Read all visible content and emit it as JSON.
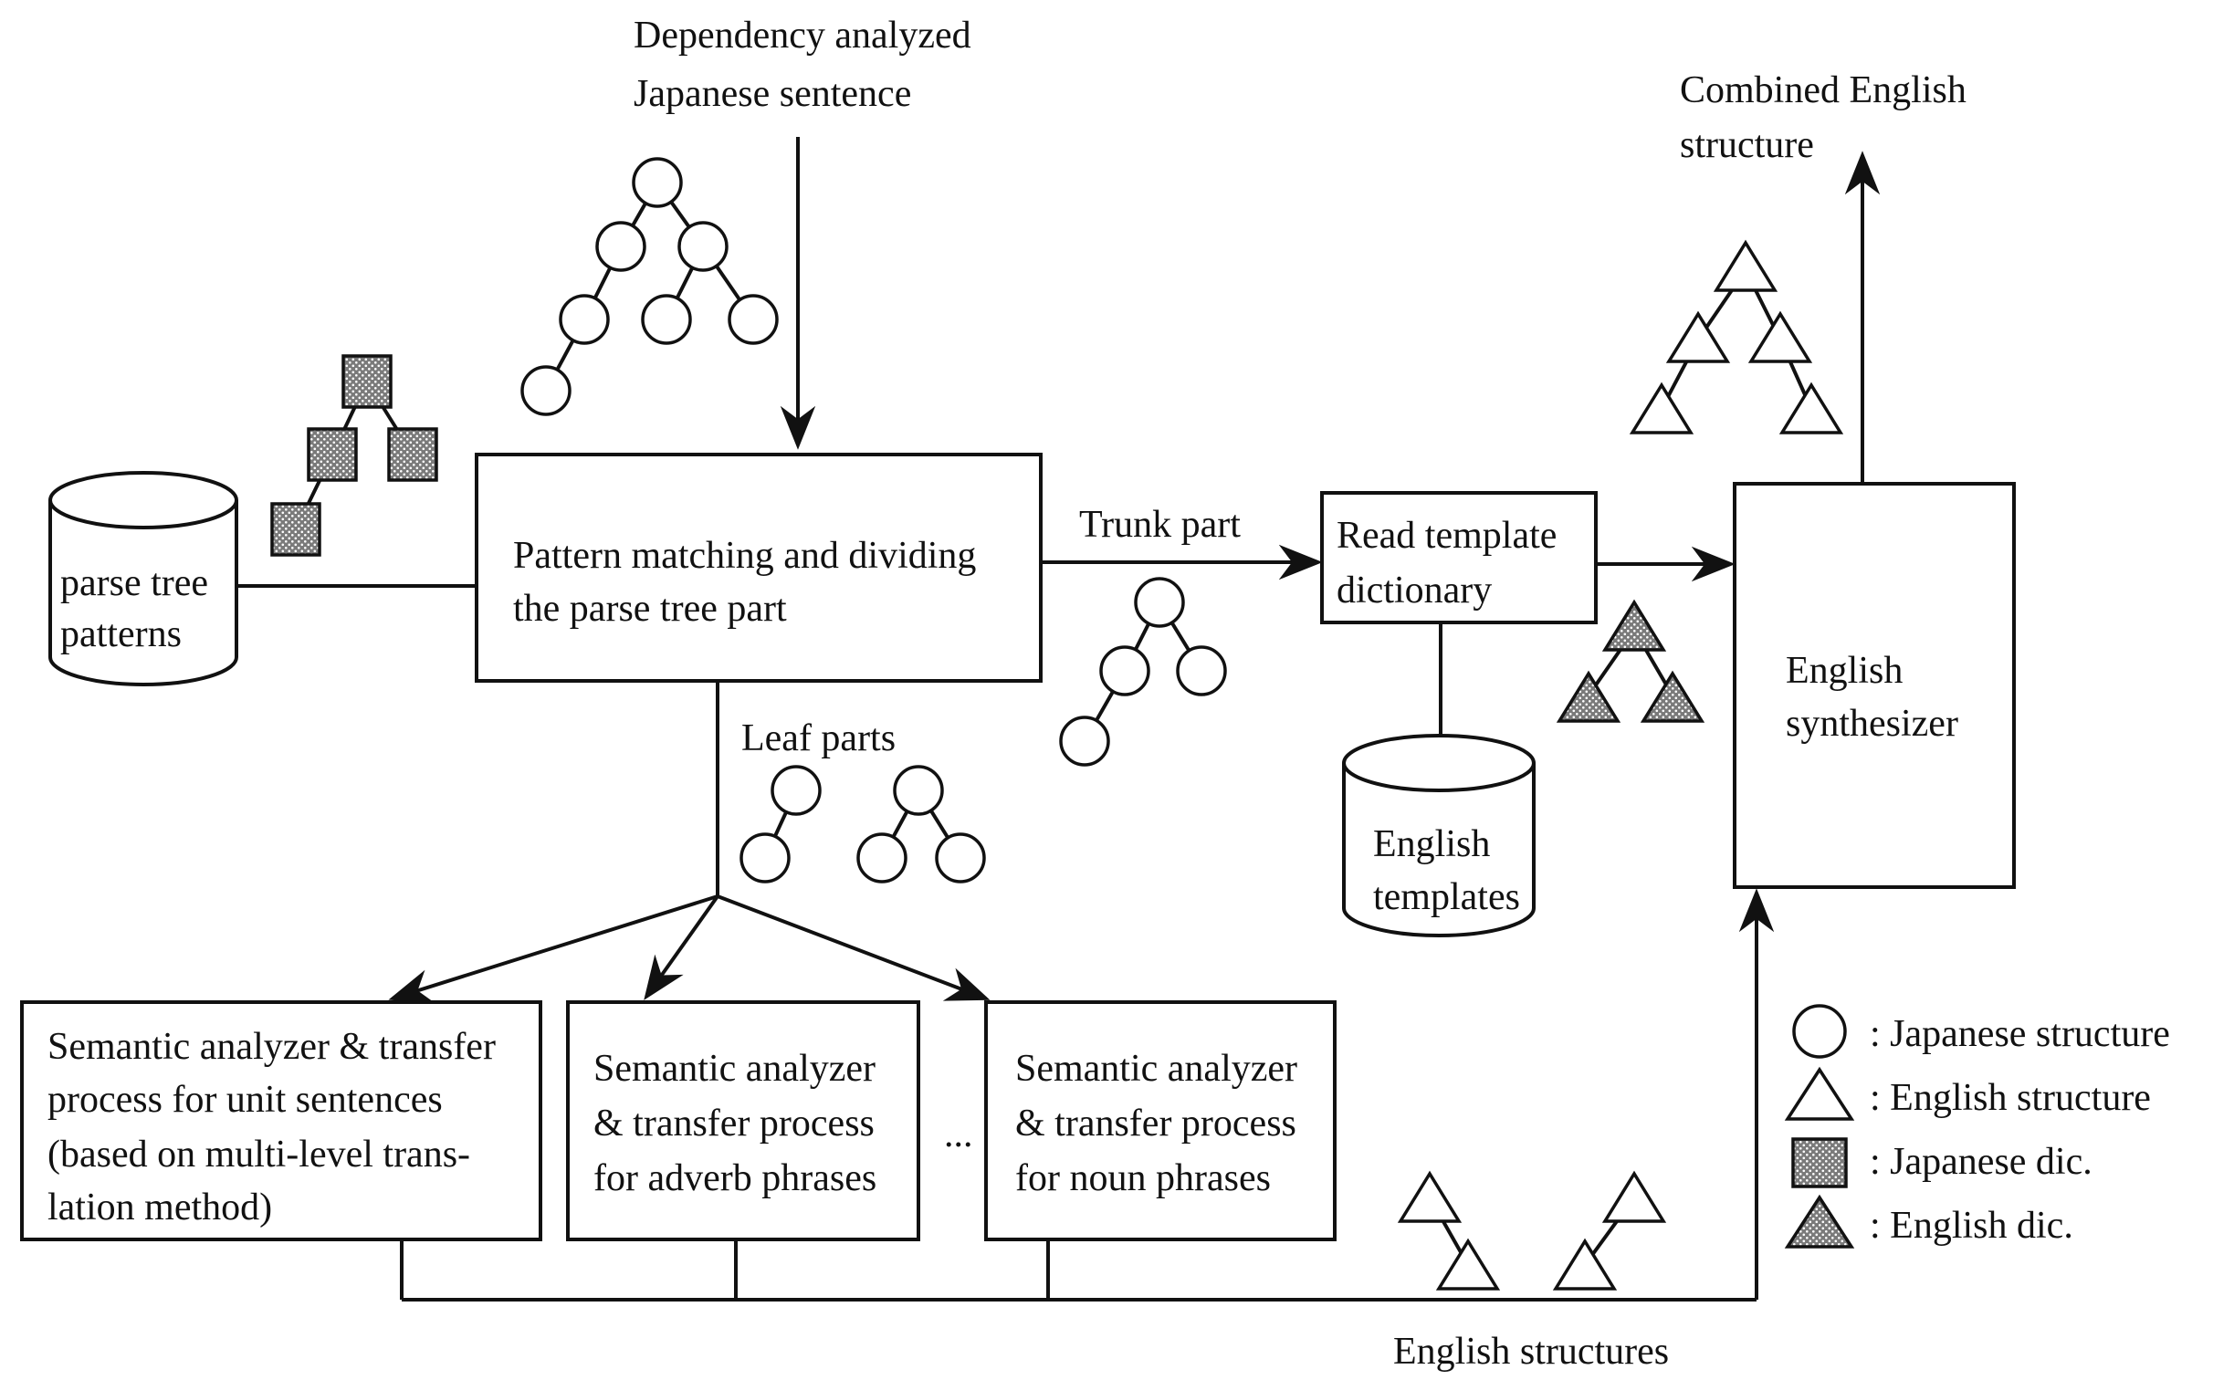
{
  "input": {
    "line1": "Dependency analyzed",
    "line2": "Japanese sentence"
  },
  "output": {
    "line1": "Combined English",
    "line2": "structure"
  },
  "parse_tree_db": {
    "line1": "parse tree",
    "line2": "patterns"
  },
  "pattern_box": {
    "line1": "Pattern matching and dividing",
    "line2": "the parse tree part"
  },
  "trunk_label": "Trunk part",
  "template_box": {
    "line1": "Read template",
    "line2": "dictionary"
  },
  "english_templates_db": {
    "line1": "English",
    "line2": "templates"
  },
  "synthesizer_box": {
    "line1": "English",
    "line2": "synthesizer"
  },
  "leaf_label": "Leaf parts",
  "analyzer_unit": {
    "line1": "Semantic analyzer & transfer",
    "line2": "process for unit sentences",
    "line3": "(based on multi-level trans-",
    "line4": "lation method)"
  },
  "analyzer_adverb": {
    "line1": "Semantic analyzer",
    "line2": "& transfer process",
    "line3": "for adverb phrases"
  },
  "ellipsis": "...",
  "analyzer_noun": {
    "line1": "Semantic analyzer",
    "line2": "& transfer process",
    "line3": "for noun phrases"
  },
  "english_structures_label": "English structures",
  "legend": {
    "japanese_structure": ": Japanese structure",
    "english_structure": ": English structure",
    "japanese_dic": ": Japanese dic.",
    "english_dic": ": English dic."
  },
  "icons": {
    "japanese_structure": "circle-node-icon",
    "english_structure": "triangle-node-icon",
    "japanese_dic": "hatched-square-icon",
    "english_dic": "hatched-triangle-icon"
  }
}
